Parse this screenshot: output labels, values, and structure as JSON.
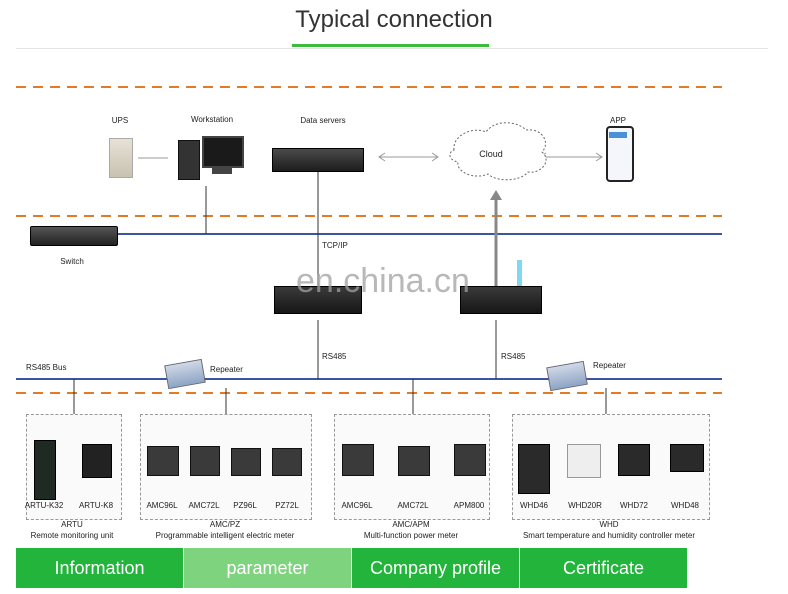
{
  "header": {
    "title": "Typical connection"
  },
  "devices": {
    "ups": "UPS",
    "workstation": "Workstation",
    "data_servers": "Data servers",
    "app": "APP",
    "cloud": "Cloud",
    "switch": "Switch",
    "tcpip": "TCP/IP",
    "rs485_left": "RS485",
    "rs485_right": "RS485",
    "rs485_bus": "RS485 Bus",
    "repeater_left": "Repeater",
    "repeater_right": "Repeater"
  },
  "groups": [
    {
      "devices": [
        "ARTU-K32",
        "ARTU-K8"
      ],
      "title": "ARTU",
      "subtitle": "Remote monitoring unit"
    },
    {
      "devices": [
        "AMC96L",
        "AMC72L",
        "PZ96L",
        "PZ72L"
      ],
      "title": "AMC/PZ",
      "subtitle": "Programmable intelligent electric meter"
    },
    {
      "devices": [
        "AMC96L",
        "AMC72L",
        "APM800"
      ],
      "title": "AMC/APM",
      "subtitle": "Multi-function power meter"
    },
    {
      "devices": [
        "WHD46",
        "WHD20R",
        "WHD72",
        "WHD48"
      ],
      "title": "WHD",
      "subtitle": "Smart temperature and humidity controller meter"
    }
  ],
  "watermark": "en.china.cn",
  "tabs": [
    {
      "label": "Information",
      "active": false
    },
    {
      "label": "parameter",
      "active": true
    },
    {
      "label": "Company profile",
      "active": false
    },
    {
      "label": "Certificate",
      "active": false
    }
  ],
  "colors": {
    "accent": "#23b43b",
    "accent_active": "#7ed37e",
    "dashed_line": "#e07b26",
    "bus_line": "#3b55a0"
  }
}
